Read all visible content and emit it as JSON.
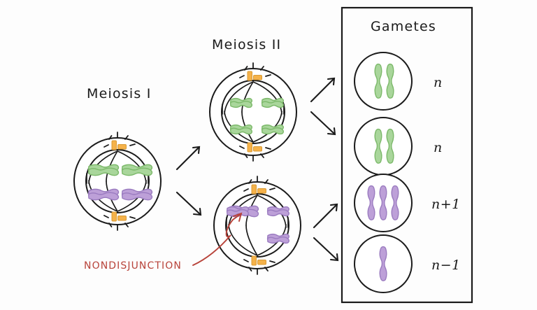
{
  "diagram": {
    "title_meiosis_1": "Meiosis I",
    "title_meiosis_2": "Meiosis II",
    "nondisjunction_label": "NONDISJUNCTION",
    "gametes_box_title": "Gametes"
  },
  "colors": {
    "background": "#fdfdfd",
    "ink": "#1b1b1b",
    "chromosome_green_fill": "#a9d69b",
    "chromosome_green_stroke": "#7cb96a",
    "chromosome_purple_fill": "#bda0d8",
    "chromosome_purple_stroke": "#9b7cc0",
    "centrosome_orange": "#f5b24a",
    "annotation_red": "#b8433a"
  },
  "cells": {
    "meiosis_1": {
      "name": "Meiosis I cell",
      "chromosomes": [
        {
          "color": "green",
          "position": "upper-left"
        },
        {
          "color": "green",
          "position": "upper-right"
        },
        {
          "color": "purple",
          "position": "lower-left"
        },
        {
          "color": "purple",
          "position": "lower-right"
        }
      ],
      "centrosomes": 2
    },
    "meiosis_2_top": {
      "name": "Meiosis II normal cell",
      "chromosomes": [
        {
          "color": "green",
          "position": "upper-left"
        },
        {
          "color": "green",
          "position": "upper-right"
        },
        {
          "color": "green",
          "position": "lower-left"
        },
        {
          "color": "green",
          "position": "lower-right"
        }
      ],
      "centrosomes": 2
    },
    "meiosis_2_bottom": {
      "name": "Meiosis II nondisjunction cell",
      "chromosomes": [
        {
          "color": "purple",
          "position": "upper-left-pair"
        },
        {
          "color": "purple",
          "position": "upper-right"
        },
        {
          "color": "purple",
          "position": "lower-right"
        }
      ],
      "centrosomes": 2
    }
  },
  "gametes": [
    {
      "label": "n",
      "chromosome_count": 2,
      "color": "green"
    },
    {
      "label": "n",
      "chromosome_count": 2,
      "color": "green"
    },
    {
      "label": "n+1",
      "chromosome_count": 3,
      "color": "purple"
    },
    {
      "label": "n−1",
      "chromosome_count": 1,
      "color": "purple"
    }
  ]
}
